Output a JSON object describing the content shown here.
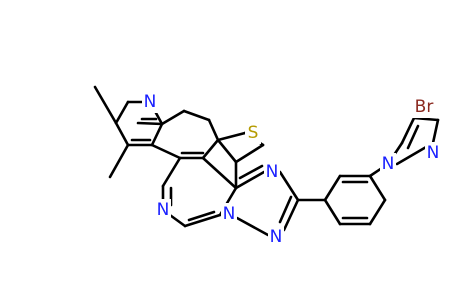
{
  "colors": {
    "bond": "#000000",
    "carbon": "#000000",
    "nitrogen": "#1a20ff",
    "sulfur": "#b59b00",
    "bromine": "#8b2a20",
    "background": "#ffffff"
  },
  "atoms": [
    {
      "id": "br",
      "label": "Br",
      "element": "Br"
    },
    {
      "id": "n_pyr",
      "label": "N",
      "element": "N"
    },
    {
      "id": "s_thio",
      "label": "S",
      "element": "S"
    },
    {
      "id": "n_pz2",
      "label": "N",
      "element": "N"
    },
    {
      "id": "n_pz1",
      "label": "N",
      "element": "N"
    },
    {
      "id": "n_tz3",
      "label": "N",
      "element": "N"
    },
    {
      "id": "n_pm3",
      "label": "N",
      "element": "N"
    },
    {
      "id": "n_tz1",
      "label": "N",
      "element": "N"
    },
    {
      "id": "n_tz2",
      "label": "N",
      "element": "N"
    }
  ]
}
